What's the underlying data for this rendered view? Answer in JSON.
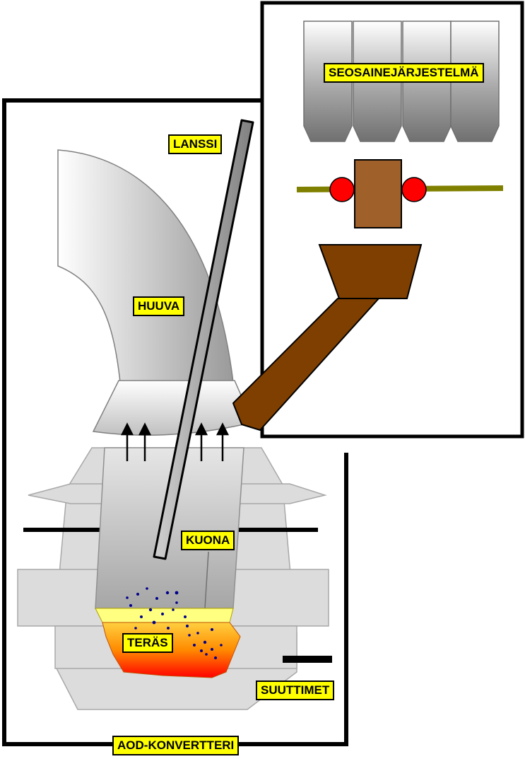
{
  "labels": {
    "lanssi": "LANSSI",
    "huuva": "HUUVA",
    "kuona": "KUONA",
    "teras": "TERÄS",
    "suuttimet": "SUUTTIMET",
    "aod_konvertteri": "AOD-KONVERTTERI",
    "seosainejarjestelma": "SEOSAINEJÄRJESTELMÄ"
  },
  "colors": {
    "label_bg": "#ffff00",
    "outline": "#000000",
    "converter_gray": "#dcdcdc",
    "chute_brown": "#7f3f00",
    "feeder_brown": "#a0602a",
    "valve_red": "#ff0000",
    "rail_olive": "#808000",
    "slag_yellow": "#ffff80",
    "steel_orange": "#ff9900",
    "steel_red": "#ff0000",
    "bubble_blue": "#00008b"
  }
}
